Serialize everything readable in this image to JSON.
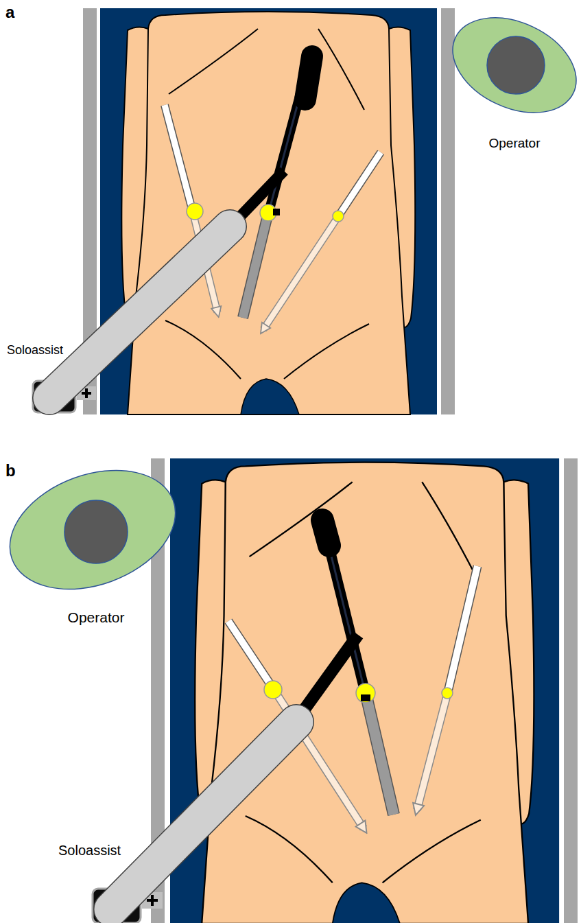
{
  "diagram": {
    "labels": [
      "a",
      "Operator",
      "Soloassist",
      "b",
      "Operator",
      "Soloassist"
    ]
  }
}
